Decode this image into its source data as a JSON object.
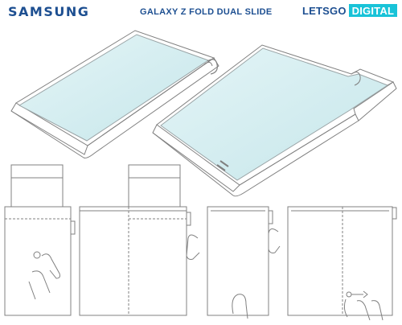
{
  "header": {
    "brand": "SAMSUNG",
    "title": "GALAXY Z FOLD DUAL SLIDE",
    "logo_part1": "LETSGO",
    "logo_part2": "DIGITAL"
  },
  "colors": {
    "brand_blue": "#1d4f91",
    "logo_cyan": "#19c3d8",
    "screen_fill": "#d2edf0",
    "line": "#7a7a7a"
  }
}
